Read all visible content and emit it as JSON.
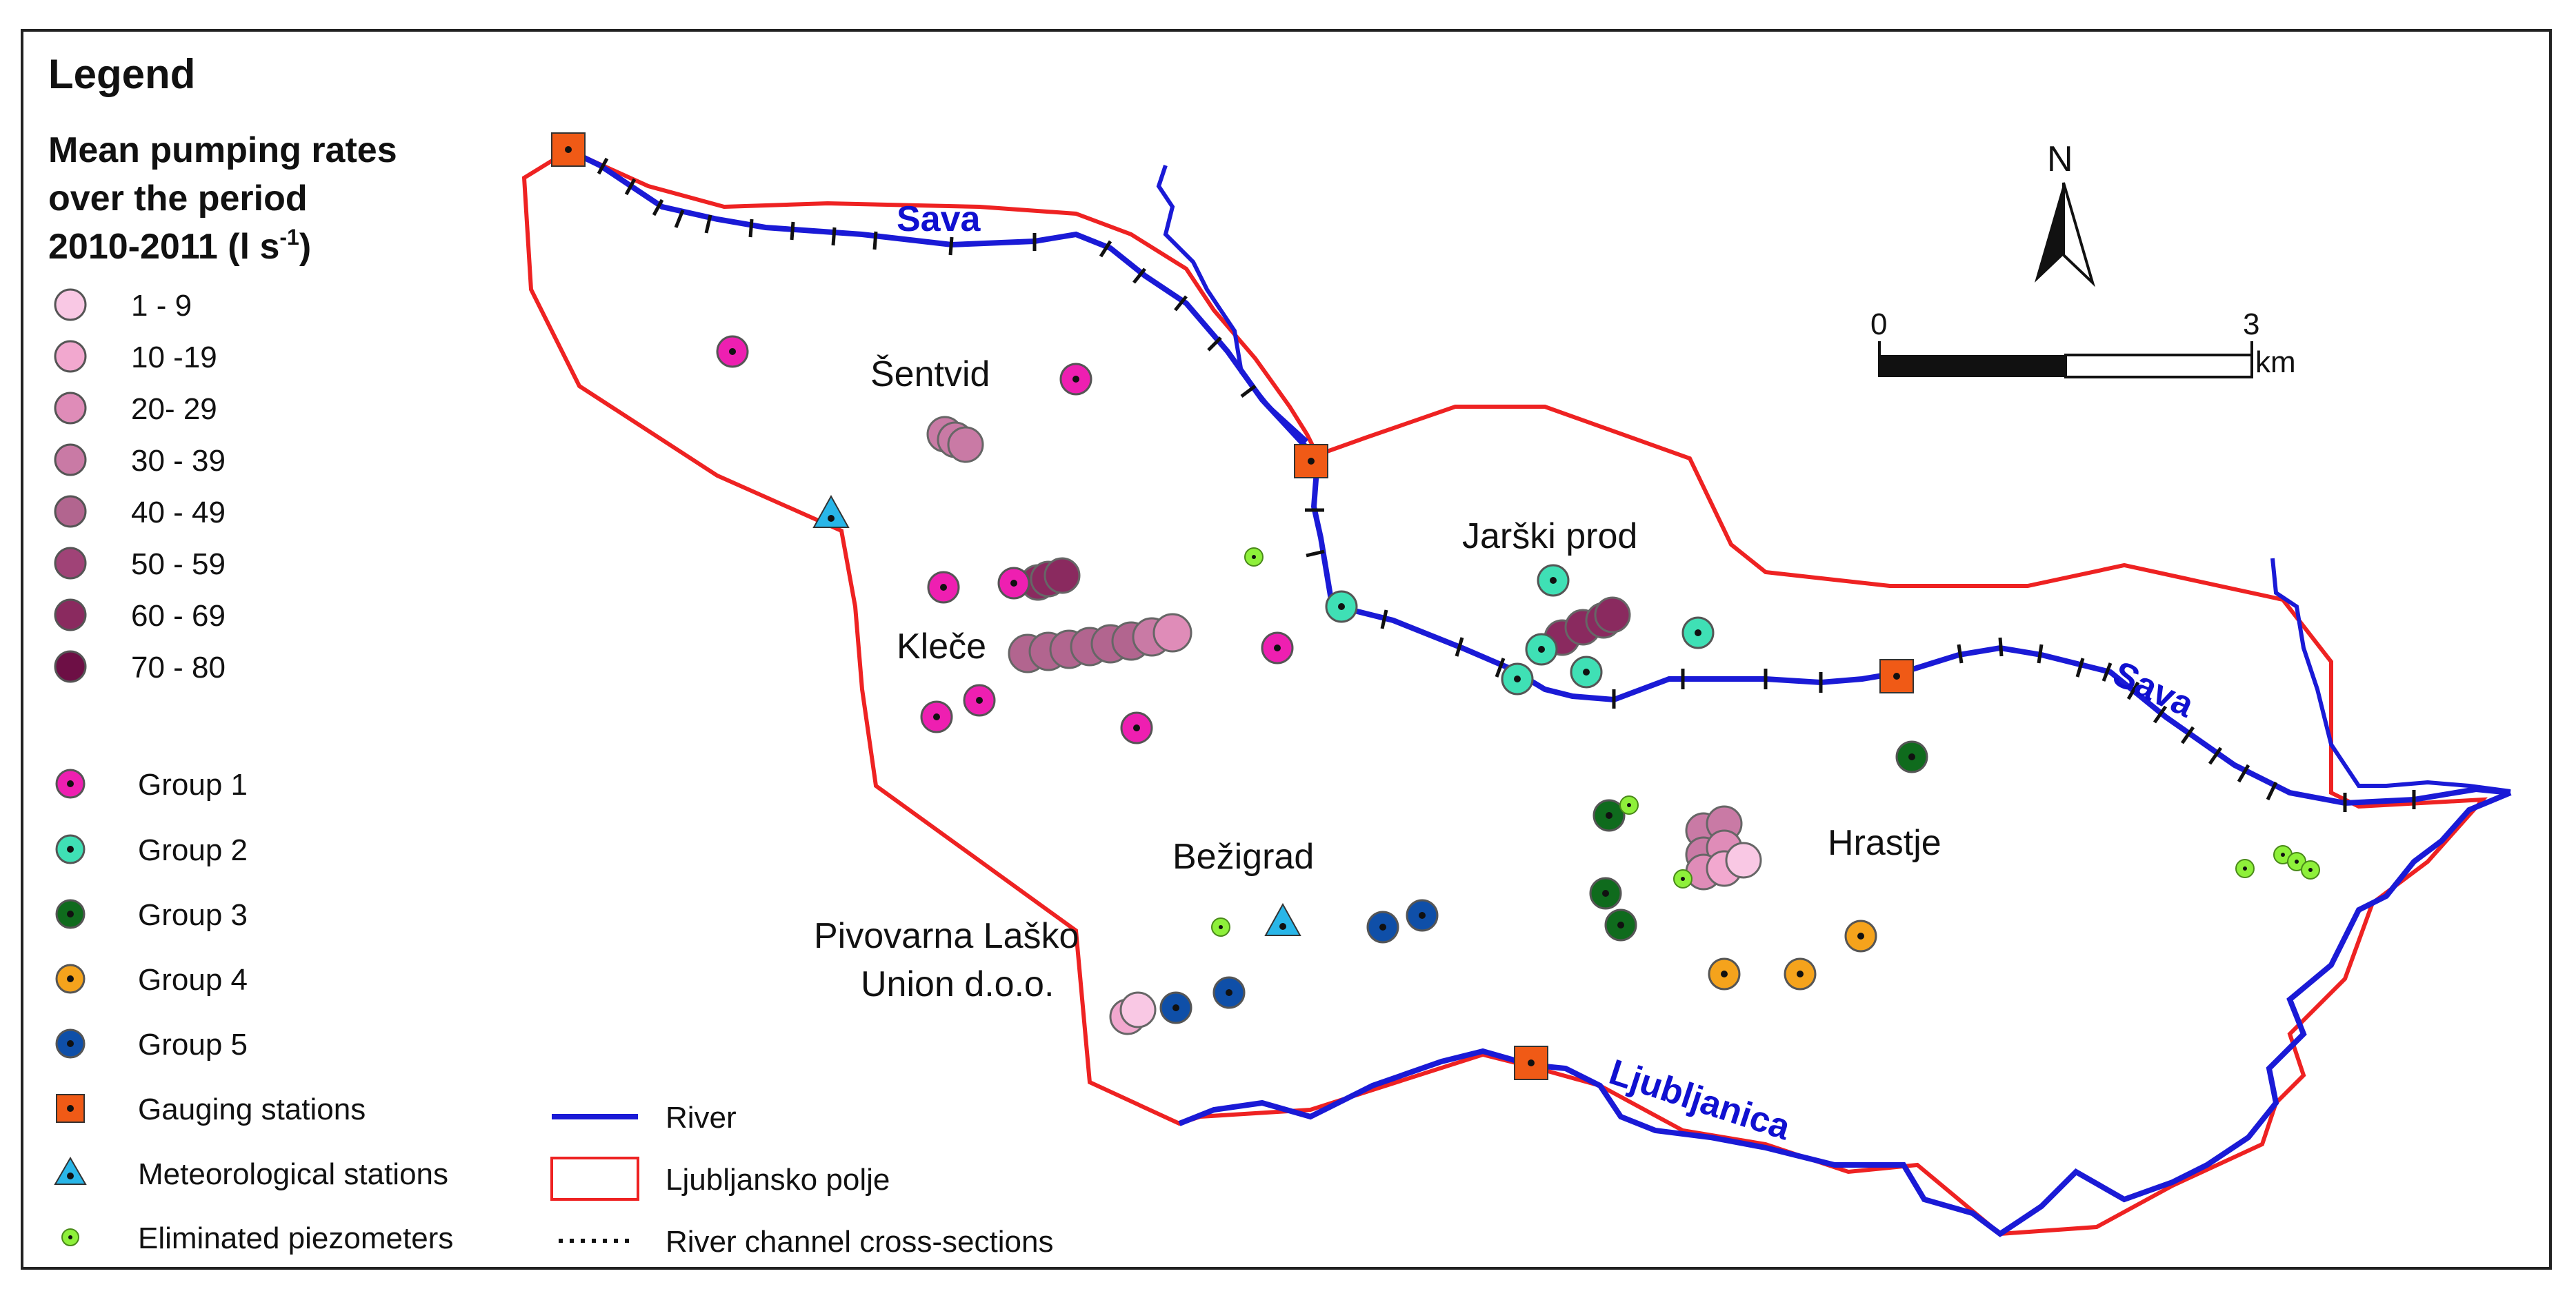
{
  "legend": {
    "title": "Legend",
    "subtitle_lines": [
      "Mean pumping rates",
      "over the period",
      "2010-2011 (l s"
    ],
    "subtitle_sup": "-1",
    "subtitle_end": ")",
    "rate_classes": [
      {
        "label": "1 - 9",
        "color": "#f9c8e4"
      },
      {
        "label": "10 -19",
        "color": "#f2a8cf"
      },
      {
        "label": "20- 29",
        "color": "#df8cb8"
      },
      {
        "label": "30 - 39",
        "color": "#c97aa5"
      },
      {
        "label": "40 - 49",
        "color": "#b2658f"
      },
      {
        "label": "50 - 59",
        "color": "#a04377"
      },
      {
        "label": "60 - 69",
        "color": "#8a2a5f"
      },
      {
        "label": "70 - 80",
        "color": "#6d0f45"
      }
    ],
    "groups": [
      {
        "label": "Group 1",
        "color": "#ee1fb1"
      },
      {
        "label": "Group 2",
        "color": "#3fe0b5"
      },
      {
        "label": "Group 3",
        "color": "#0f6b1d"
      },
      {
        "label": "Group 4",
        "color": "#f5a31c"
      },
      {
        "label": "Group 5",
        "color": "#0f4fa8"
      }
    ],
    "gauging": "Gauging stations",
    "meteo": "Meteorological stations",
    "eliminated": "Eliminated piezometers",
    "river": "River",
    "polje": "Ljubljansko polje",
    "cross_sections": "River channel cross-sections"
  },
  "places": {
    "sentvid": "Šentvid",
    "klece": "Kleče",
    "jarski": "Jarški prod",
    "hrastje": "Hrastje",
    "bezigrad": "Bežigrad",
    "pivovarna1": "Pivovarna Laško",
    "pivovarna2": "Union d.o.o."
  },
  "rivers": {
    "sava": "Sava",
    "ljubljanica": "Ljubljanica"
  },
  "north": "N",
  "scale": {
    "start": "0",
    "end": "3",
    "unit": "km"
  },
  "colors": {
    "river": "#1a1ad6",
    "boundary": "#ee2222",
    "gauging": "#f05a16",
    "meteo": "#29b6e8",
    "eliminated": "#8ef03a"
  }
}
